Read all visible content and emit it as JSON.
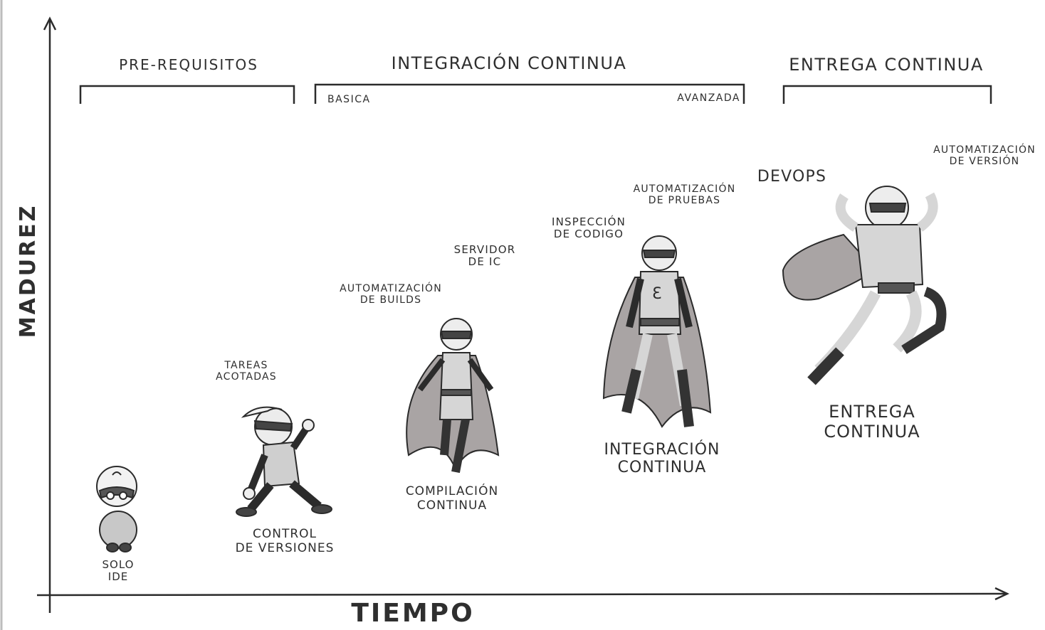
{
  "phases": {
    "prereq": "PRE-REQUISITOS",
    "ci": "INTEGRACIÓN CONTINUA",
    "cd": "ENTREGA CONTINUA",
    "ci_basic": "BASICA",
    "ci_advanced": "AVANZADA"
  },
  "axes": {
    "y": "MADUREZ",
    "x": "TIEMPO"
  },
  "stages": {
    "solo_ide": "SOLO\nIDE",
    "control_versiones": "CONTROL\nDE VERSIONES",
    "compilacion": "COMPILACIÓN\nCONTINUA",
    "integracion": "INTEGRACIÓN\nCONTINUA",
    "entrega": "ENTREGA\nCONTINUA"
  },
  "notes": {
    "tareas": "TAREAS\nACOTADAS",
    "builds": "AUTOMATIZACIÓN\nDE BUILDS",
    "servidor": "SERVIDOR\nDE IC",
    "inspeccion": "INSPECCIÓN\nDE CODIGO",
    "pruebas": "AUTOMATIZACIÓN\nDE PRUEBAS",
    "devops": "DEVOPS",
    "version": "AUTOMATIZACIÓN\nDE VERSIÓN"
  },
  "colors": {
    "ink": "#2b2b2b",
    "cape": "#a9a4a4",
    "suit": "#d6d6d6",
    "dark": "#3a3a3a"
  }
}
